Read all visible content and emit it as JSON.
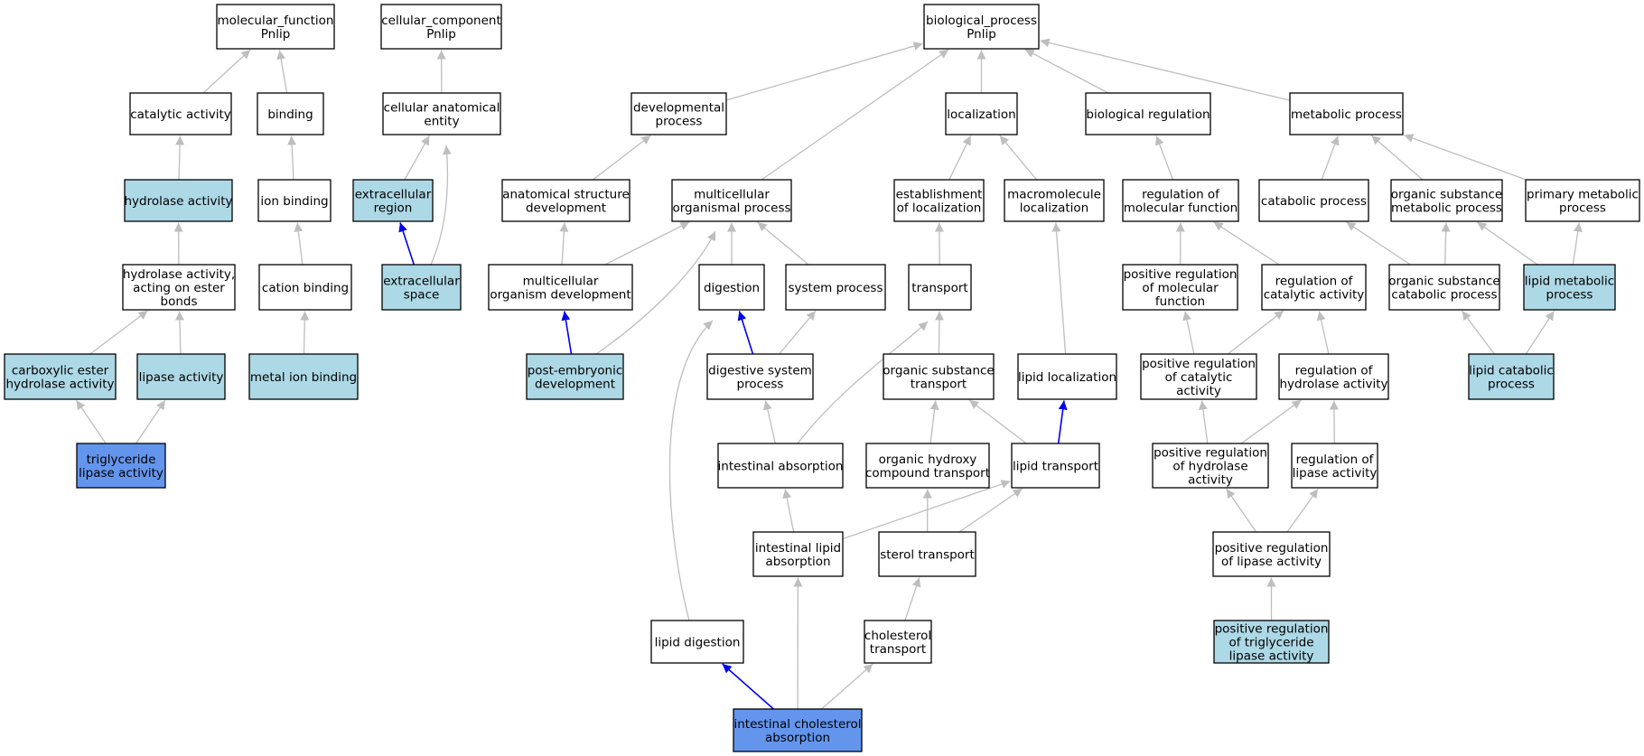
{
  "diagram": {
    "nodes": [
      {
        "id": "mf",
        "lines": [
          "molecular_function",
          "Pnlip"
        ],
        "fill": "white"
      },
      {
        "id": "cc",
        "lines": [
          "cellular_component",
          "Pnlip"
        ],
        "fill": "white"
      },
      {
        "id": "bp",
        "lines": [
          "biological_process",
          "Pnlip"
        ],
        "fill": "white"
      },
      {
        "id": "cat_act",
        "lines": [
          "catalytic activity"
        ],
        "fill": "white"
      },
      {
        "id": "binding",
        "lines": [
          "binding"
        ],
        "fill": "white"
      },
      {
        "id": "cae",
        "lines": [
          "cellular anatomical",
          "entity"
        ],
        "fill": "white"
      },
      {
        "id": "dev",
        "lines": [
          "developmental",
          "process"
        ],
        "fill": "white"
      },
      {
        "id": "loc",
        "lines": [
          "localization"
        ],
        "fill": "white"
      },
      {
        "id": "bioreg",
        "lines": [
          "biological regulation"
        ],
        "fill": "white"
      },
      {
        "id": "metab",
        "lines": [
          "metabolic process"
        ],
        "fill": "white"
      },
      {
        "id": "hydro",
        "lines": [
          "hydrolase activity"
        ],
        "fill": "light"
      },
      {
        "id": "ionb",
        "lines": [
          "ion binding"
        ],
        "fill": "white"
      },
      {
        "id": "exreg",
        "lines": [
          "extracellular",
          "region"
        ],
        "fill": "light"
      },
      {
        "id": "asd",
        "lines": [
          "anatomical structure",
          "development"
        ],
        "fill": "white"
      },
      {
        "id": "mop",
        "lines": [
          "multicellular",
          "organismal process"
        ],
        "fill": "white"
      },
      {
        "id": "estloc",
        "lines": [
          "establishment",
          "of localization"
        ],
        "fill": "white"
      },
      {
        "id": "macloc",
        "lines": [
          "macromolecule",
          "localization"
        ],
        "fill": "white"
      },
      {
        "id": "regmf",
        "lines": [
          "regulation of",
          "molecular function"
        ],
        "fill": "white"
      },
      {
        "id": "catproc",
        "lines": [
          "catabolic process"
        ],
        "fill": "white"
      },
      {
        "id": "osmp",
        "lines": [
          "organic substance",
          "metabolic process"
        ],
        "fill": "white"
      },
      {
        "id": "pmp",
        "lines": [
          "primary metabolic",
          "process"
        ],
        "fill": "white"
      },
      {
        "id": "haeb",
        "lines": [
          "hydrolase activity,",
          "acting on ester",
          "bonds"
        ],
        "fill": "white"
      },
      {
        "id": "catb",
        "lines": [
          "cation binding"
        ],
        "fill": "white"
      },
      {
        "id": "exsp",
        "lines": [
          "extracellular",
          "space"
        ],
        "fill": "light"
      },
      {
        "id": "mod",
        "lines": [
          "multicellular",
          "organism development"
        ],
        "fill": "white"
      },
      {
        "id": "dig",
        "lines": [
          "digestion"
        ],
        "fill": "white"
      },
      {
        "id": "sysp",
        "lines": [
          "system process"
        ],
        "fill": "white"
      },
      {
        "id": "transport",
        "lines": [
          "transport"
        ],
        "fill": "white"
      },
      {
        "id": "pregmf",
        "lines": [
          "positive regulation",
          "of molecular",
          "function"
        ],
        "fill": "white"
      },
      {
        "id": "regcat",
        "lines": [
          "regulation of",
          "catalytic activity"
        ],
        "fill": "white"
      },
      {
        "id": "oscp",
        "lines": [
          "organic substance",
          "catabolic process"
        ],
        "fill": "white"
      },
      {
        "id": "lmp",
        "lines": [
          "lipid metabolic",
          "process"
        ],
        "fill": "light"
      },
      {
        "id": "ceha",
        "lines": [
          "carboxylic ester",
          "hydrolase activity"
        ],
        "fill": "light"
      },
      {
        "id": "lipact",
        "lines": [
          "lipase activity"
        ],
        "fill": "light"
      },
      {
        "id": "mib",
        "lines": [
          "metal ion binding"
        ],
        "fill": "light"
      },
      {
        "id": "ped",
        "lines": [
          "post-embryonic",
          "development"
        ],
        "fill": "light"
      },
      {
        "id": "dsp",
        "lines": [
          "digestive system",
          "process"
        ],
        "fill": "white"
      },
      {
        "id": "ost",
        "lines": [
          "organic substance",
          "transport"
        ],
        "fill": "white"
      },
      {
        "id": "liploc",
        "lines": [
          "lipid localization"
        ],
        "fill": "white"
      },
      {
        "id": "pregcat",
        "lines": [
          "positive regulation",
          "of catalytic",
          "activity"
        ],
        "fill": "white"
      },
      {
        "id": "reghyd",
        "lines": [
          "regulation of",
          "hydrolase activity"
        ],
        "fill": "white"
      },
      {
        "id": "lcp",
        "lines": [
          "lipid catabolic",
          "process"
        ],
        "fill": "light"
      },
      {
        "id": "tla",
        "lines": [
          "triglyceride",
          "lipase activity"
        ],
        "fill": "dark"
      },
      {
        "id": "intabs",
        "lines": [
          "intestinal absorption"
        ],
        "fill": "white"
      },
      {
        "id": "ohct",
        "lines": [
          "organic hydroxy",
          "compound transport"
        ],
        "fill": "white"
      },
      {
        "id": "liptr",
        "lines": [
          "lipid transport"
        ],
        "fill": "white"
      },
      {
        "id": "preghyd",
        "lines": [
          "positive regulation",
          "of hydrolase",
          "activity"
        ],
        "fill": "white"
      },
      {
        "id": "reglip",
        "lines": [
          "regulation of",
          "lipase activity"
        ],
        "fill": "white"
      },
      {
        "id": "ila",
        "lines": [
          "intestinal lipid",
          "absorption"
        ],
        "fill": "white"
      },
      {
        "id": "sterol",
        "lines": [
          "sterol transport"
        ],
        "fill": "white"
      },
      {
        "id": "preglip",
        "lines": [
          "positive regulation",
          "of lipase activity"
        ],
        "fill": "white"
      },
      {
        "id": "lipdig",
        "lines": [
          "lipid digestion"
        ],
        "fill": "white"
      },
      {
        "id": "choltr",
        "lines": [
          "cholesterol",
          "transport"
        ],
        "fill": "white"
      },
      {
        "id": "pregtla",
        "lines": [
          "positive regulation",
          "of triglyceride",
          "lipase activity"
        ],
        "fill": "light"
      },
      {
        "id": "ica",
        "lines": [
          "intestinal cholesterol",
          "absorption"
        ],
        "fill": "dark"
      }
    ],
    "edges": [
      {
        "from": "cat_act",
        "to": "mf",
        "style": "gray"
      },
      {
        "from": "binding",
        "to": "mf",
        "style": "gray"
      },
      {
        "from": "cae",
        "to": "cc",
        "style": "gray"
      },
      {
        "from": "dev",
        "to": "bp",
        "style": "gray"
      },
      {
        "from": "mop",
        "to": "bp",
        "style": "gray"
      },
      {
        "from": "loc",
        "to": "bp",
        "style": "gray"
      },
      {
        "from": "bioreg",
        "to": "bp",
        "style": "gray"
      },
      {
        "from": "metab",
        "to": "bp",
        "style": "gray"
      },
      {
        "from": "hydro",
        "to": "cat_act",
        "style": "gray"
      },
      {
        "from": "ionb",
        "to": "binding",
        "style": "gray"
      },
      {
        "from": "exreg",
        "to": "cae",
        "style": "gray"
      },
      {
        "from": "exsp",
        "to": "cae",
        "style": "gray",
        "curve": "exsp-cae"
      },
      {
        "from": "exsp",
        "to": "exreg",
        "style": "blue"
      },
      {
        "from": "asd",
        "to": "dev",
        "style": "gray"
      },
      {
        "from": "estloc",
        "to": "loc",
        "style": "gray"
      },
      {
        "from": "macloc",
        "to": "loc",
        "style": "gray"
      },
      {
        "from": "regmf",
        "to": "bioreg",
        "style": "gray"
      },
      {
        "from": "catproc",
        "to": "metab",
        "style": "gray"
      },
      {
        "from": "osmp",
        "to": "metab",
        "style": "gray"
      },
      {
        "from": "pmp",
        "to": "metab",
        "style": "gray"
      },
      {
        "from": "haeb",
        "to": "hydro",
        "style": "gray"
      },
      {
        "from": "catb",
        "to": "ionb",
        "style": "gray"
      },
      {
        "from": "mod",
        "to": "asd",
        "style": "gray"
      },
      {
        "from": "mod",
        "to": "mop",
        "style": "gray"
      },
      {
        "from": "dig",
        "to": "mop",
        "style": "gray"
      },
      {
        "from": "sysp",
        "to": "mop",
        "style": "gray"
      },
      {
        "from": "ped",
        "to": "mop",
        "style": "gray",
        "curve": "ped-mop"
      },
      {
        "from": "ped",
        "to": "mod",
        "style": "blue"
      },
      {
        "from": "transport",
        "to": "estloc",
        "style": "gray"
      },
      {
        "from": "liploc",
        "to": "macloc",
        "style": "gray"
      },
      {
        "from": "pregmf",
        "to": "regmf",
        "style": "gray"
      },
      {
        "from": "regcat",
        "to": "regmf",
        "style": "gray"
      },
      {
        "from": "oscp",
        "to": "catproc",
        "style": "gray"
      },
      {
        "from": "oscp",
        "to": "osmp",
        "style": "gray"
      },
      {
        "from": "lmp",
        "to": "osmp",
        "style": "gray"
      },
      {
        "from": "lmp",
        "to": "pmp",
        "style": "gray"
      },
      {
        "from": "ceha",
        "to": "haeb",
        "style": "gray"
      },
      {
        "from": "lipact",
        "to": "haeb",
        "style": "gray"
      },
      {
        "from": "mib",
        "to": "catb",
        "style": "gray"
      },
      {
        "from": "dsp",
        "to": "dig",
        "style": "blue"
      },
      {
        "from": "dsp",
        "to": "sysp",
        "style": "gray"
      },
      {
        "from": "ost",
        "to": "transport",
        "style": "gray"
      },
      {
        "from": "pregcat",
        "to": "pregmf",
        "style": "gray"
      },
      {
        "from": "pregcat",
        "to": "regcat",
        "style": "gray"
      },
      {
        "from": "reghyd",
        "to": "regcat",
        "style": "gray"
      },
      {
        "from": "lcp",
        "to": "oscp",
        "style": "gray"
      },
      {
        "from": "lcp",
        "to": "lmp",
        "style": "gray"
      },
      {
        "from": "tla",
        "to": "ceha",
        "style": "gray"
      },
      {
        "from": "tla",
        "to": "lipact",
        "style": "gray"
      },
      {
        "from": "intabs",
        "to": "dsp",
        "style": "gray"
      },
      {
        "from": "intabs",
        "to": "transport",
        "style": "gray",
        "curve": "intabs-transport"
      },
      {
        "from": "ohct",
        "to": "ost",
        "style": "gray"
      },
      {
        "from": "liptr",
        "to": "ost",
        "style": "gray"
      },
      {
        "from": "liptr",
        "to": "liploc",
        "style": "blue"
      },
      {
        "from": "preghyd",
        "to": "pregcat",
        "style": "gray"
      },
      {
        "from": "preghyd",
        "to": "reghyd",
        "style": "gray"
      },
      {
        "from": "reglip",
        "to": "reghyd",
        "style": "gray"
      },
      {
        "from": "ila",
        "to": "intabs",
        "style": "gray"
      },
      {
        "from": "ila",
        "to": "liptr",
        "style": "gray"
      },
      {
        "from": "sterol",
        "to": "ohct",
        "style": "gray"
      },
      {
        "from": "sterol",
        "to": "liptr",
        "style": "gray"
      },
      {
        "from": "preglip",
        "to": "preghyd",
        "style": "gray"
      },
      {
        "from": "preglip",
        "to": "reglip",
        "style": "gray"
      },
      {
        "from": "lipdig",
        "to": "dig",
        "style": "gray",
        "curve": "lipdig-dig"
      },
      {
        "from": "choltr",
        "to": "sterol",
        "style": "gray"
      },
      {
        "from": "pregtla",
        "to": "preglip",
        "style": "gray"
      },
      {
        "from": "ica",
        "to": "lipdig",
        "style": "blue"
      },
      {
        "from": "ica",
        "to": "ila",
        "style": "gray"
      },
      {
        "from": "ica",
        "to": "choltr",
        "style": "gray"
      }
    ],
    "colors": {
      "white": "#ffffff",
      "light": "#add8e6",
      "dark": "#6495ed",
      "gray_edge": "#bebebe",
      "blue_edge": "#0000ee",
      "border": "#000000"
    }
  }
}
